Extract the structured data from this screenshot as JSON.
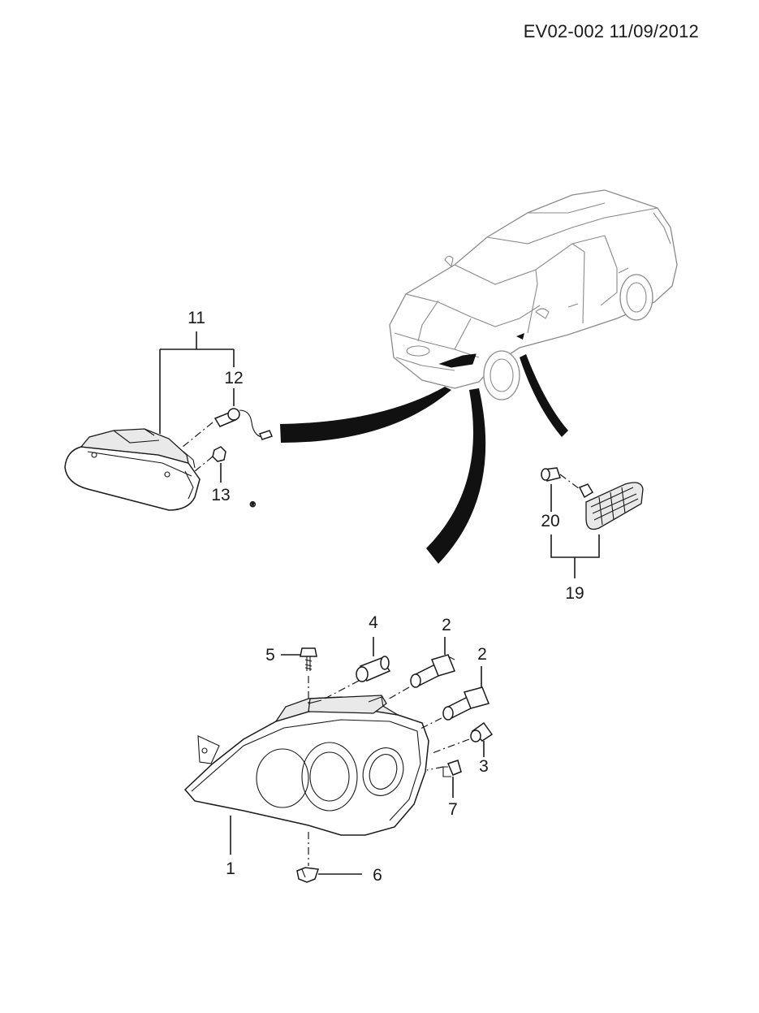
{
  "header": {
    "code_date": "EV02-002  11/09/2012"
  },
  "callouts": {
    "c1": "1",
    "c2a": "2",
    "c2b": "2",
    "c3": "3",
    "c4": "4",
    "c5": "5",
    "c6": "6",
    "c7": "7",
    "c11": "11",
    "c12": "12",
    "c13": "13",
    "c19": "19",
    "c20": "20"
  }
}
